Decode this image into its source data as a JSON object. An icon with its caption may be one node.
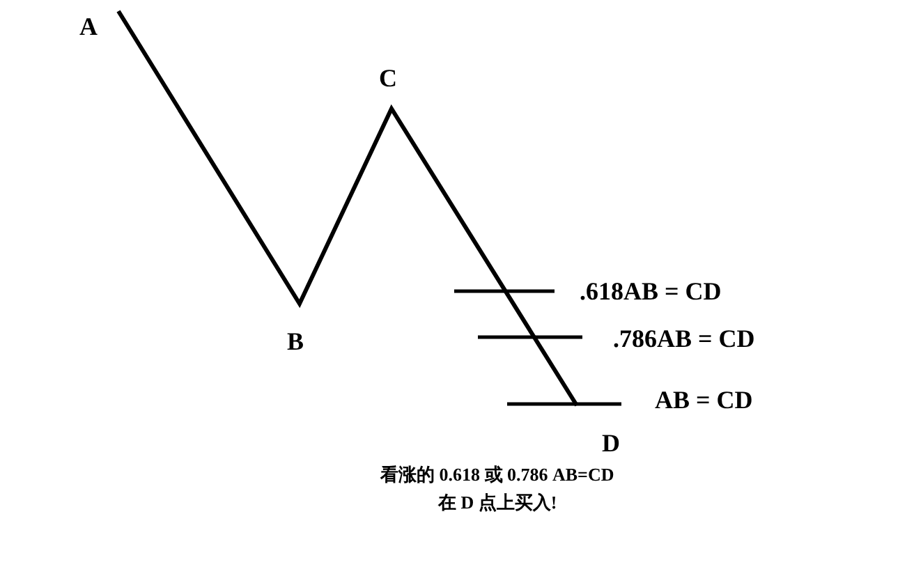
{
  "diagram": {
    "labels": [
      "A",
      "C",
      "B",
      ".618AB = CD",
      ".786AB = CD",
      "AB = CD",
      "D",
      "看涨的 0.618 或 0.786 AB=CD",
      "在 D 点上买入!"
    ]
  }
}
